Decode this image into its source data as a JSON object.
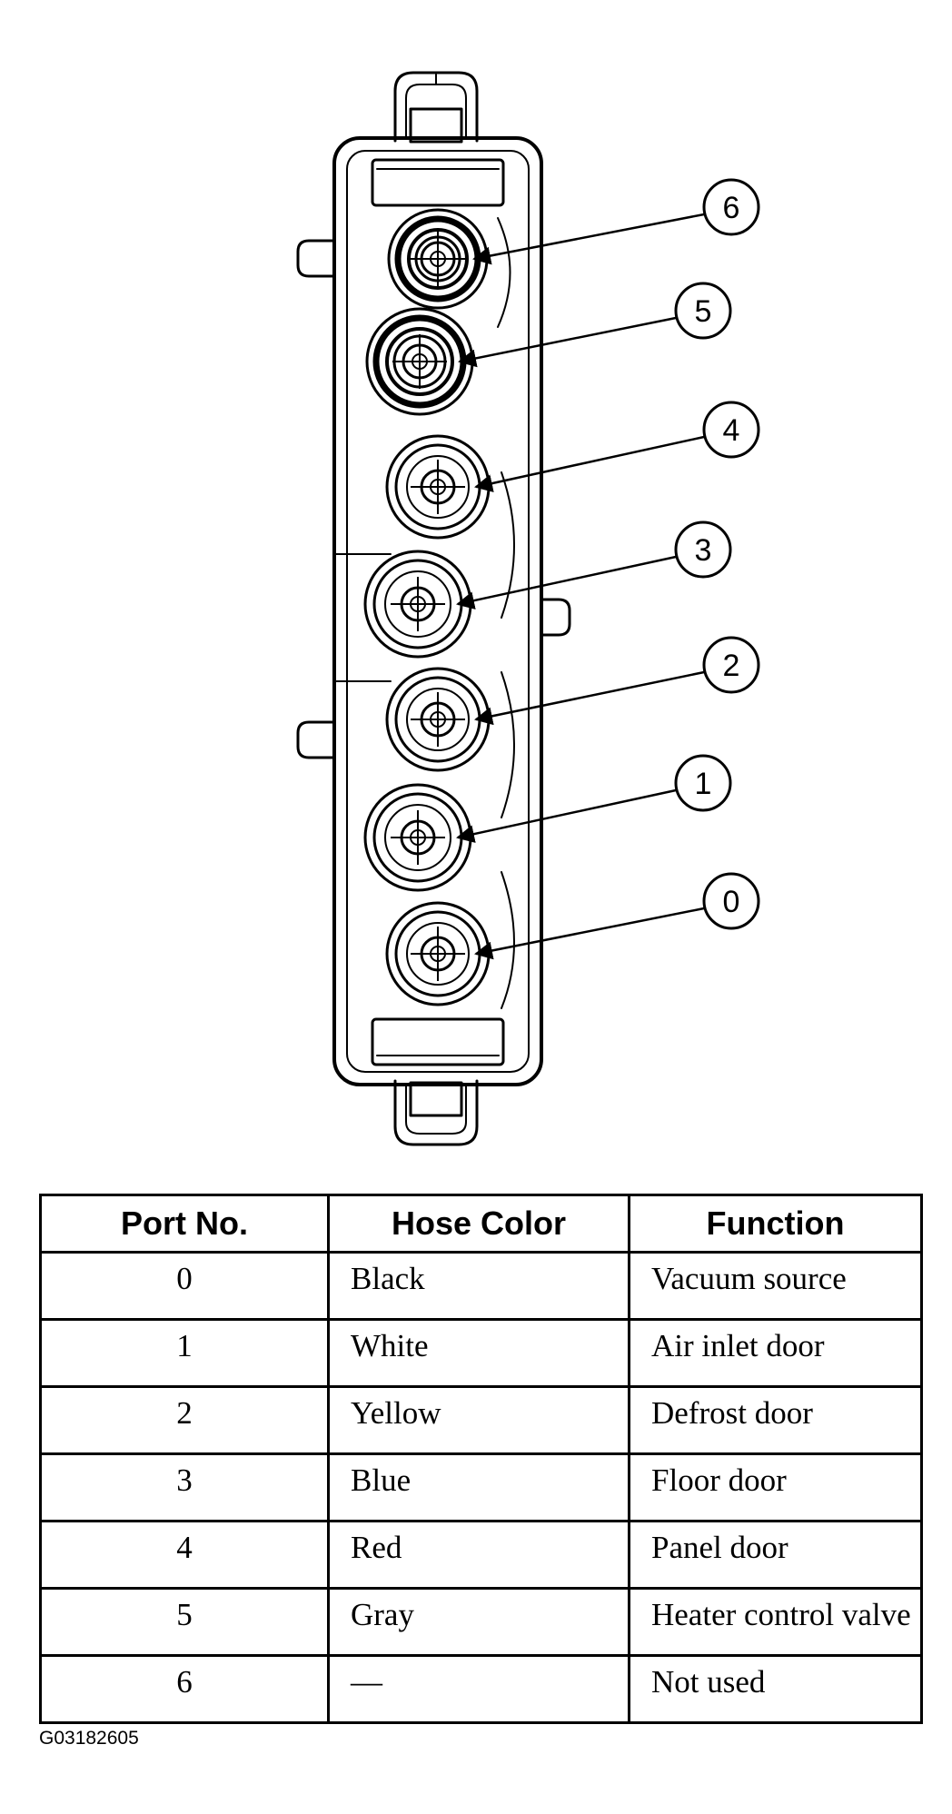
{
  "diagram": {
    "callouts": [
      "6",
      "5",
      "4",
      "3",
      "2",
      "1",
      "0"
    ]
  },
  "table": {
    "headers": [
      "Port No.",
      "Hose Color",
      "Function"
    ],
    "rows": [
      [
        "0",
        "Black",
        "Vacuum source"
      ],
      [
        "1",
        "White",
        "Air inlet door"
      ],
      [
        "2",
        "Yellow",
        "Defrost door"
      ],
      [
        "3",
        "Blue",
        "Floor door"
      ],
      [
        "4",
        "Red",
        "Panel door"
      ],
      [
        "5",
        "Gray",
        "Heater control valve"
      ],
      [
        "6",
        "—",
        "Not used"
      ]
    ]
  },
  "figure_code": "G03182605"
}
